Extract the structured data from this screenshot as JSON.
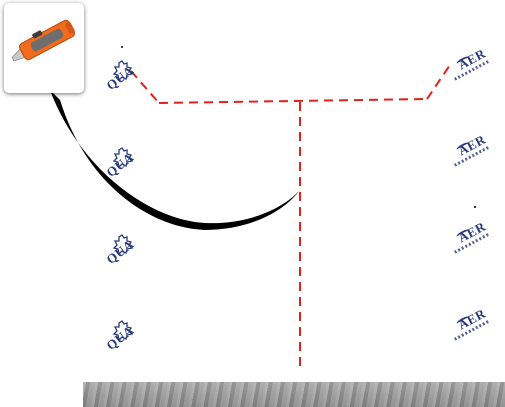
{
  "colors": {
    "background": "#ffffff",
    "cut_line": "#e0221f",
    "arc_stroke": "#000000",
    "logo": "#2a3a7a",
    "knife_body": "#f26a1b",
    "knife_grip": "#6e6e6e",
    "blade": "#c9c9c9",
    "floor_strip": "#9a9a9a"
  },
  "icons": {
    "utility_knife": "utility-knife-icon",
    "left_logo": "seal-logo",
    "right_logo": "seal-logo"
  },
  "logos_left": [
    {
      "text": "QUA"
    },
    {
      "text": "QUA"
    },
    {
      "text": "QUA"
    },
    {
      "text": "QUA"
    }
  ],
  "logos_right": [
    {
      "text": "AER"
    },
    {
      "text": "AER"
    },
    {
      "text": "AER"
    },
    {
      "text": "AER"
    }
  ]
}
